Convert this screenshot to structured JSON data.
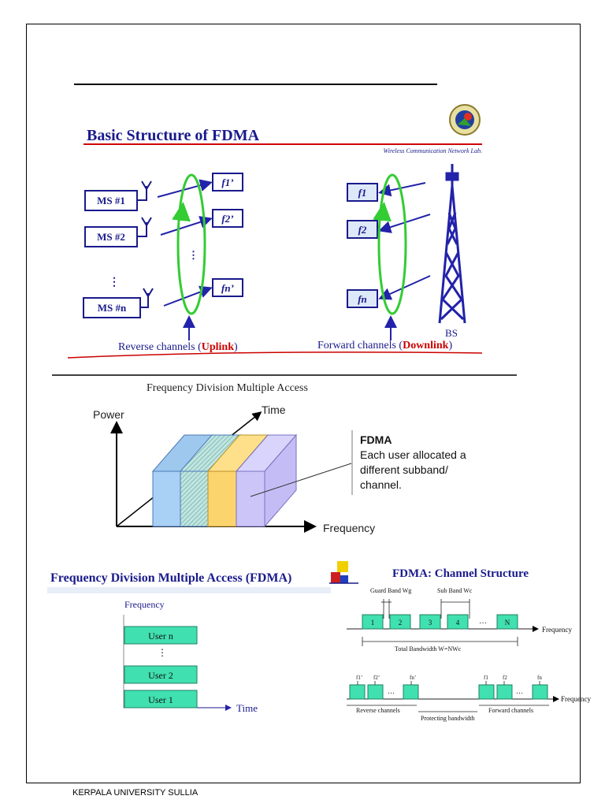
{
  "footer": "KERPALA UNIVERSITY SULLIA",
  "slide1": {
    "title": "Basic Structure of FDMA",
    "lab": "Wireless Communication Network Lab.",
    "ms": [
      "MS #1",
      "MS #2",
      "MS #n"
    ],
    "dots": "⋮",
    "rev_freqs": [
      "f1’",
      "f2’",
      "fn’"
    ],
    "fwd_freqs": [
      "f1",
      "f2",
      "fn"
    ],
    "bs": "BS",
    "reverse_label": "Reverse channels (",
    "uplink": "Uplink",
    "forward_label": "Forward channels (",
    "downlink": "Downlink",
    "close_paren": ")"
  },
  "slide2": {
    "title": "Frequency Division Multiple Access",
    "power": "Power",
    "time": "Time",
    "frequency": "Frequency",
    "fdma": "FDMA",
    "desc": [
      "Each user allocated a",
      "different subband/",
      "channel."
    ]
  },
  "slide3": {
    "title": "Frequency Division Multiple Access (FDMA)",
    "frequency": "Frequency",
    "users": [
      "User n",
      "User 2",
      "User 1"
    ],
    "dots": "⋮",
    "time": "Time"
  },
  "slide4": {
    "title": "FDMA: Channel Structure",
    "guard": "Guard Band Wg",
    "sub": "Sub Band Wc",
    "channels": [
      "1",
      "2",
      "3",
      "4",
      "N"
    ],
    "ellipsis": "…",
    "frequency": "Frequency",
    "total": "Total Bandwidth  W=NWc",
    "rev_f": [
      "f1’",
      "f2’",
      "fn’"
    ],
    "fwd_f": [
      "f1",
      "f2",
      "fn"
    ],
    "reverse": "Reverse channels",
    "protecting": "Protecting bandwidth",
    "forward": "Forward channels",
    "frequency2": "Frequency"
  },
  "colors": {
    "navy": "#1a1a8c",
    "red": "#cc0000",
    "blue_line": "#2222aa",
    "green": "#33cc33",
    "teal": "#40e0b0"
  }
}
